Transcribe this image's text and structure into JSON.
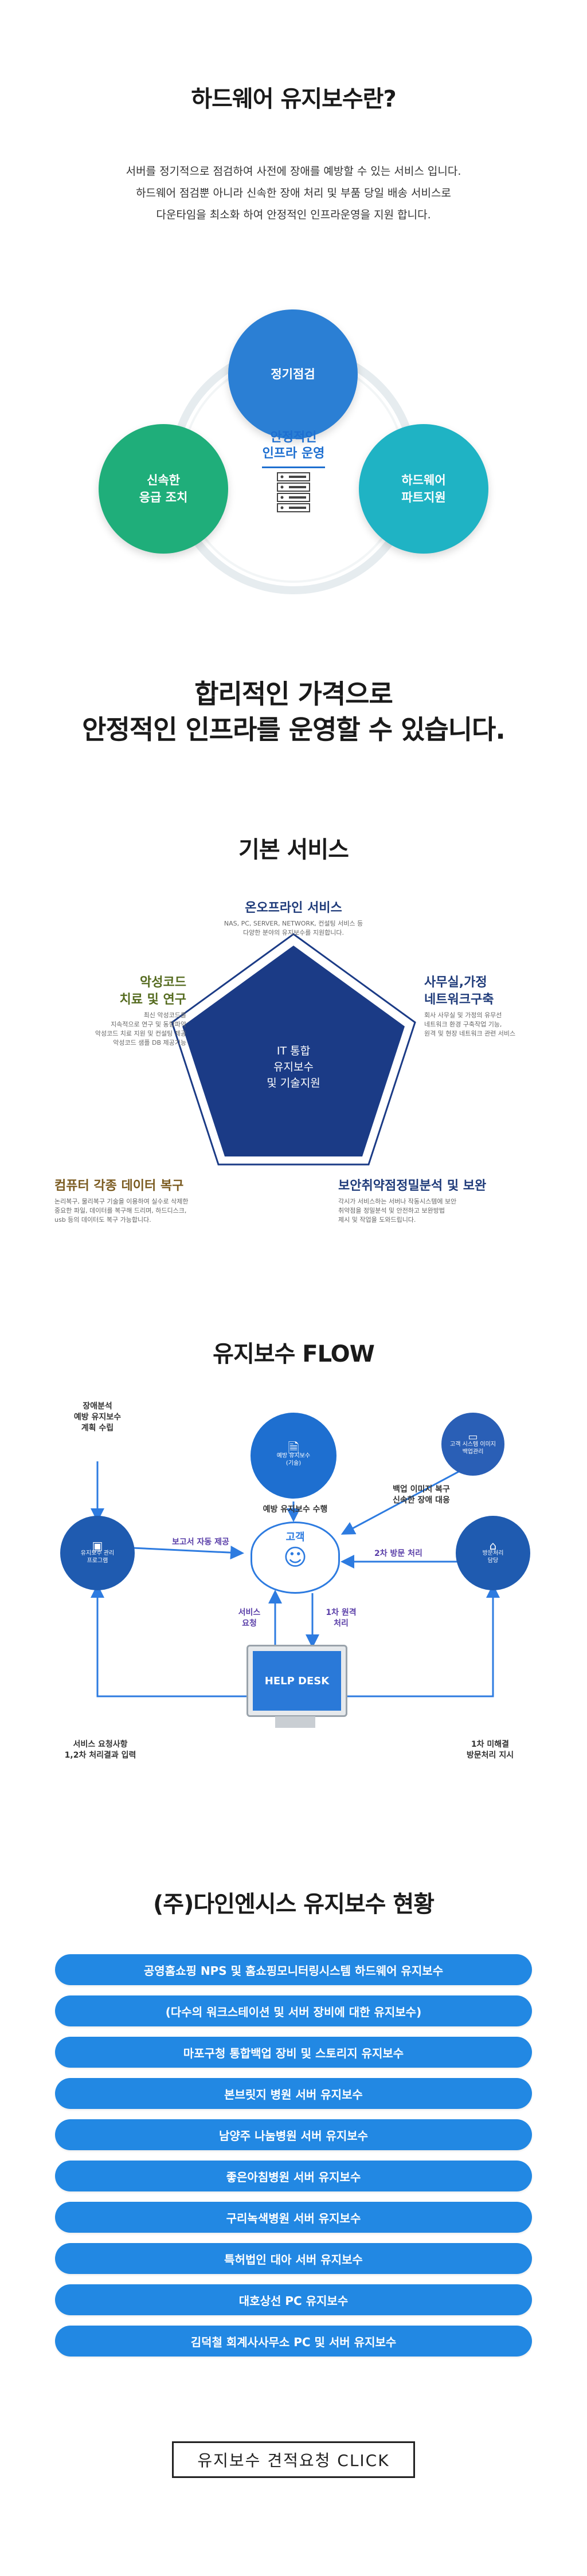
{
  "intro": {
    "title": "하드웨어 유지보수란?",
    "lines": [
      "서버를 정기적으로 점검하여 사전에 장애를 예방할 수 있는 서비스 입니다.",
      "하드웨어 점검뿐 아니라 신속한 장애 처리 및 부품 당일 배송 서비스로",
      "다운타임을 최소화 하여 안정적인 인프라운영을 지원 합니다."
    ]
  },
  "cycle": {
    "top": "정기점검",
    "left": "신속한\n응급 조치",
    "right": "하드웨어\n파트지원",
    "center": "안정적인\n인프라 운영",
    "colors": {
      "top": "#2b7fd4",
      "left": "#1fae7a",
      "right": "#1fb3c4"
    }
  },
  "slogan": {
    "line1": "합리적인 가격으로",
    "line2": "안정적인 인프라를 운영할 수 있습니다."
  },
  "basic": {
    "title": "기본 서비스",
    "center": "IT 통합\n유지보수\n및 기술지원",
    "top": {
      "title": "온오프라인 서비스",
      "desc": "NAS, PC, SERVER, NETWORK, 컨설팅 서비스 등\n다양한 분야의 유지보수를 지원합니다.",
      "color": "#1f3b7a"
    },
    "left": {
      "title": "악성코드\n치료 및 연구",
      "desc": "최신 악성코드를\n지속적으로 연구 및 동향파악\n악성코드 치료 지원 및 컨설팅 제공\n악성코드 샘플 DB 제공기능",
      "color": "#556b1f"
    },
    "right": {
      "title": "사무실,가정\n네트워크구축",
      "desc": "회사 사무실 및 가정의 유무선\n네트워크 환경 구축작업 기능,\n원격 및 현장 네트워크 관련 서비스",
      "color": "#1f3b7a"
    },
    "bl": {
      "title": "컴퓨터 각종 데이터 복구",
      "desc": "논리복구, 물리복구 기술을 이용하여 실수로 삭제한\n중요한 파일, 데이터를 복구해 드리며, 하드디스크,\nusb 등의 데이터도 복구 가능합니다.",
      "color": "#7a5a1f"
    },
    "br": {
      "title": "보안취약점정밀분석 및 보완",
      "desc": "각시가 서비스하는 서버나 작동시스템에 보안\n취약점을 정밀분석 및 안전하고 보완방법\n제시 및 작업을 도와드립니다.",
      "color": "#1f3b7a"
    }
  },
  "flow": {
    "title": "유지보수 FLOW",
    "c1": "장애분석\n예방 유지보수\n계획 수립",
    "c2": "예방 유지보수\n(기술)",
    "c3": "고객 시스템 이미지\n백업관리",
    "c4": "유지보수 관리\n프로그램",
    "c5": "방문처리\n담당",
    "lbl_prevent": "예방 유지보수 수행",
    "lbl_backup": "백업 이미지 복구\n신속한 장애 대응",
    "lbl_report": "보고서 자동 제공",
    "lbl_visit2": "2차 방문 처리",
    "customer": "고객",
    "lbl_service_req": "서비스\n요청",
    "lbl_remote": "1차 원격\n처리",
    "helpdesk": "HELP DESK",
    "lbl_bottom_left": "서비스 요청사항\n1,2차 처리결과 입력",
    "lbl_bottom_right": "1차 미해결\n방문처리 지시"
  },
  "status": {
    "title": "(주)다인엔시스 유지보수 현황",
    "items": [
      "공영홈쇼핑 NPS 및 홈쇼핑모니터링시스템 하드웨어 유지보수",
      "(다수의 워크스테이션 및 서버 장비에 대한 유지보수)",
      "마포구청 통합백업 장비 및 스토리지 유지보수",
      "본브릿지 병원 서버 유지보수",
      "남양주 나눔병원  서버 유지보수",
      "좋은아침병원 서버 유지보수",
      "구리녹색병원 서버 유지보수",
      "특허법인 대아 서버 유지보수",
      "대호상선 PC 유지보수",
      "김덕철 회계사사무소 PC 및 서버 유지보수"
    ]
  },
  "cta": {
    "label": "유지보수 견적요청 CLICK"
  }
}
